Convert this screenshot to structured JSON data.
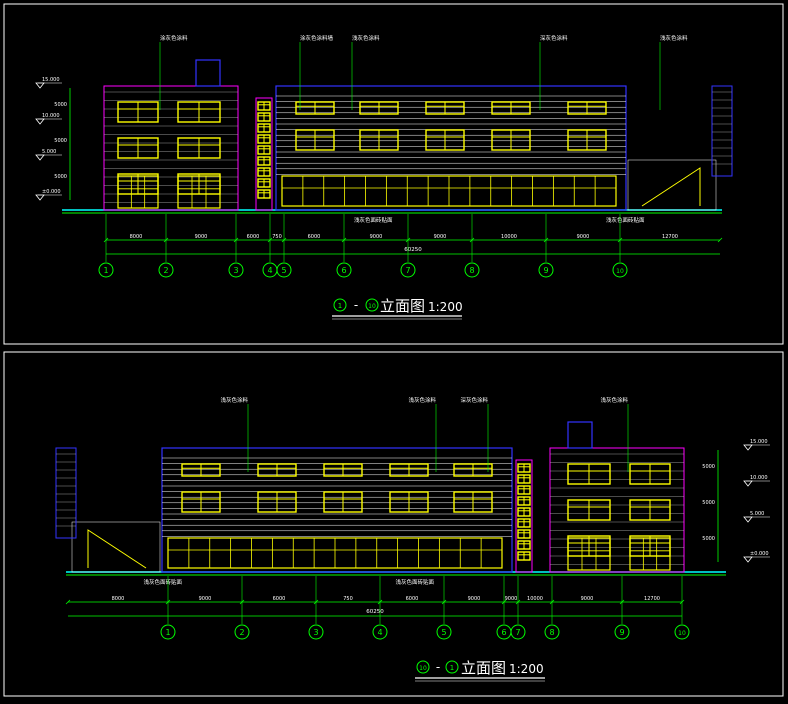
{
  "drawing": {
    "background": "#000000",
    "colors": {
      "frame": "#ffffff",
      "magenta": "#ff00ff",
      "blue": "#3333ff",
      "yellow": "#ffff00",
      "green": "#00ff00",
      "cyan": "#00ffff",
      "white": "#ffffff",
      "grey": "#bdbdbd"
    },
    "top": {
      "title_a": "1",
      "title_dash": "-",
      "title_b": "10",
      "title_text": "立面图",
      "scale": "1:200",
      "axes": [
        "1",
        "2",
        "3",
        "4",
        "5",
        "6",
        "7",
        "8",
        "9",
        "10"
      ],
      "dims": [
        "8000",
        "9000",
        "6000",
        "750",
        "6000",
        "9000",
        "9000",
        "10000",
        "9000",
        "12700"
      ],
      "total": "60250",
      "levels": [
        "15.000",
        "10.000",
        "5.000",
        "±0.000"
      ],
      "side_dims": [
        "5000",
        "5000",
        "5000"
      ],
      "callouts": [
        "涂灰色涂料",
        "涂灰色涂料墙",
        "浅灰色涂料",
        "深灰色涂料",
        "浅灰色涂料"
      ],
      "notes": [
        "浅灰色面砖贴面",
        "浅灰色面砖贴面"
      ]
    },
    "bottom": {
      "title_a": "10",
      "title_dash": "-",
      "title_b": "1",
      "title_text": "立面图",
      "scale": "1:200",
      "axes": [
        "10",
        "9",
        "8",
        "7",
        "6",
        "5",
        "4",
        "3",
        "2",
        "1"
      ],
      "dims": [
        "12700",
        "9000",
        "10000",
        "9000",
        "9000",
        "6000",
        "750",
        "6000",
        "9000",
        "8000"
      ],
      "total": "60250",
      "levels": [
        "15.000",
        "10.000",
        "5.000",
        "±0.000"
      ],
      "side_dims": [
        "5000",
        "5000",
        "5000"
      ],
      "callouts": [
        "浅灰色涂料",
        "深灰色涂料",
        "浅灰色涂料",
        "浅灰色涂料"
      ],
      "notes": [
        "浅灰色面砖贴面",
        "浅灰色面砖贴面"
      ]
    }
  }
}
